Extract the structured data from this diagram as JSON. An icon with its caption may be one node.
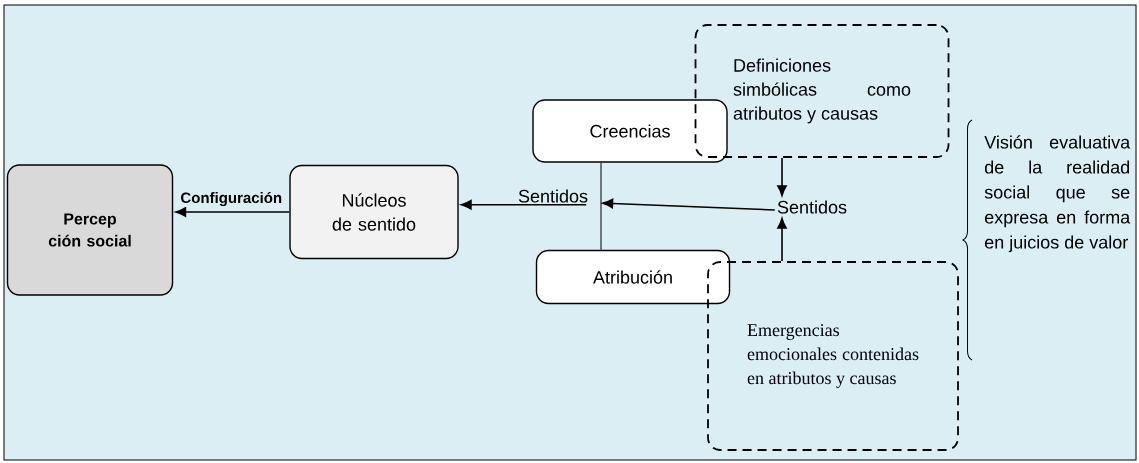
{
  "diagram": {
    "nodes": [
      {
        "text": [
          "Percep ción social"
        ]
      },
      {
        "text": [
          "Núcleos de sentido"
        ]
      },
      {
        "text": [
          "Creencias"
        ]
      },
      {
        "text": [
          "Atribución"
        ]
      },
      {
        "text": [
          "Definiciones simbólicas como atributos y causas"
        ]
      },
      {
        "text": [
          "Emergencias emocionales contenidas en atributos y causas"
        ]
      },
      {
        "text": [
          "Sentidos"
        ]
      },
      {
        "text": [
          "Sentidos"
        ]
      }
    ],
    "edges": [
      {
        "from": 1,
        "to": 0,
        "arrow": "to",
        "label": "Configuración"
      },
      {
        "from": 2,
        "to": 3,
        "arrow": "none"
      },
      {
        "from": 6,
        "to": 7,
        "arrow": "to"
      },
      {
        "from": 7,
        "to": 1,
        "arrow": "to"
      },
      {
        "from": 4,
        "to": 6,
        "arrow": "to"
      },
      {
        "from": 5,
        "to": 6,
        "arrow": "to"
      }
    ],
    "labels": [
      "Visión evaluativa de la realidad social que se expresa en forma en juicios de valor"
    ]
  }
}
